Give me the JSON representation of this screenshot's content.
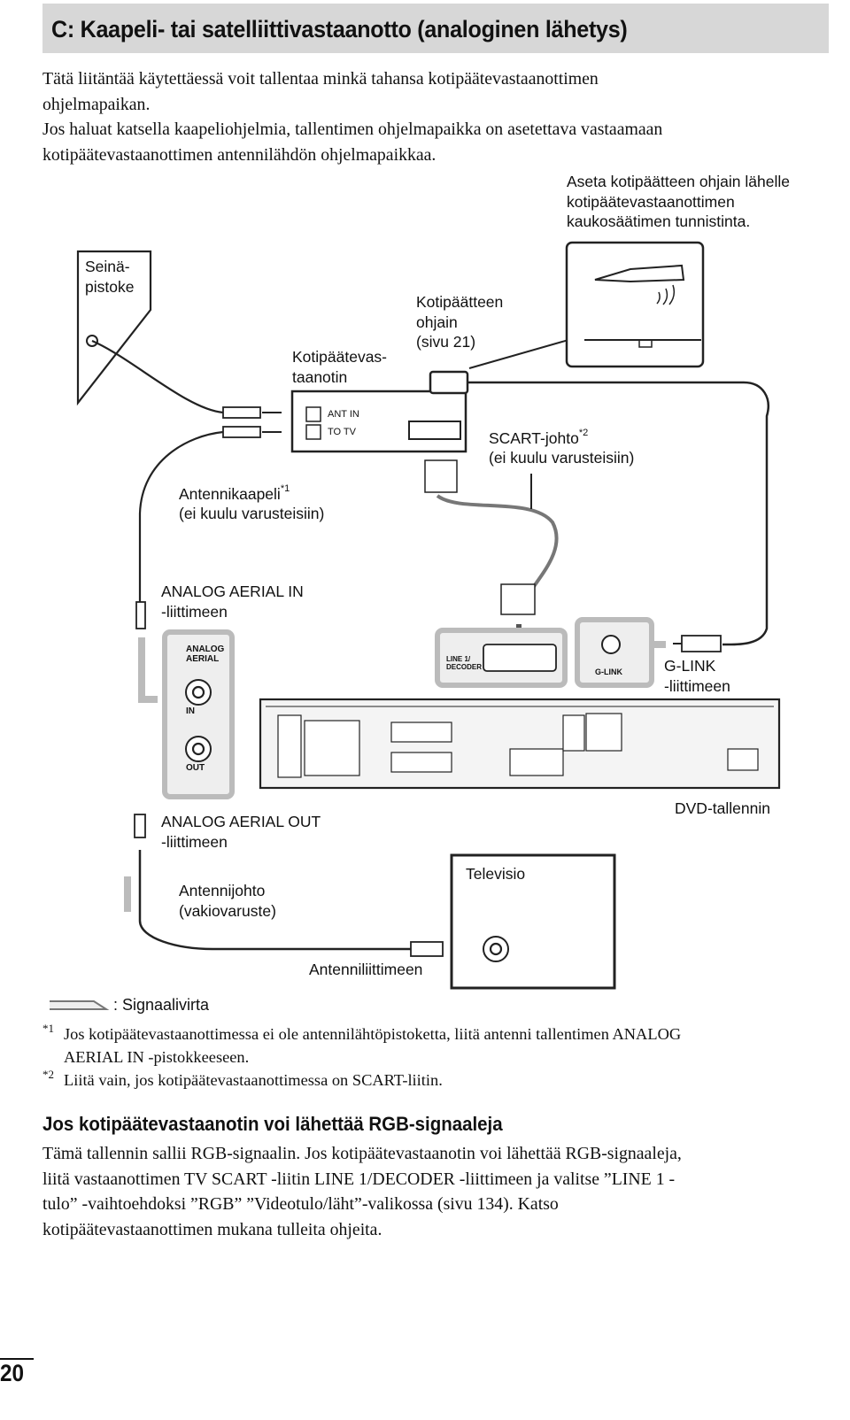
{
  "section_title": "C: Kaapeli- tai satelliittivastaanotto (analoginen lähetys)",
  "intro_lines": [
    "Tätä liitäntää käytettäessä voit tallentaa minkä tahansa kotipäätevastaanottimen",
    "ohjelmapaikan.",
    "Jos haluat katsella kaapeliohjelmia, tallentimen ohjelmapaikka on asetettava vastaamaan",
    "kotipäätevastaanottimen antennilähdön ohjelmapaikkaa."
  ],
  "diagram": {
    "remote_note": [
      "Aseta kotipäätteen ohjain lähelle",
      "kotipäätevastaanottimen",
      "kaukosäätimen tunnistinta."
    ],
    "wall_outlet": [
      "Seinä-",
      "pistoke"
    ],
    "set_top_box": [
      "Kotipäätevas-",
      "taanotin"
    ],
    "controller": [
      "Kotipäätteen",
      "ohjain",
      "(sivu 21)"
    ],
    "ant_in": "ANT IN",
    "to_tv": "TO TV",
    "scart_cable": "SCART-johto",
    "scart_cable_note": "(ei kuulu varusteisiin)",
    "scart_sup": "*2",
    "antenna_cable": "Antennikaapeli",
    "antenna_cable_sup": "*1",
    "antenna_cable_note": "(ei kuulu varusteisiin)",
    "analog_aerial_in": [
      "ANALOG AERIAL IN",
      "-liittimeen"
    ],
    "panel_analog": "ANALOG",
    "panel_aerial": "AERIAL",
    "panel_in": "IN",
    "panel_out": "OUT",
    "panel_line1": "LINE 1/",
    "panel_decoder": "DECODER",
    "panel_glink": "G-LINK",
    "glink": [
      "G-LINK",
      "-liittimeen"
    ],
    "analog_aerial_out": [
      "ANALOG AERIAL OUT",
      "-liittimeen"
    ],
    "dvd_recorder": "DVD-tallennin",
    "television": "Televisio",
    "antenna_lead": [
      "Antennijohto",
      "(vakiovaruste)"
    ],
    "antenna_jack": "Antenniliittimeen",
    "legend_signal": ": Signaalivirta"
  },
  "footnotes": [
    {
      "mark": "*1",
      "lines": [
        "Jos kotipäätevastaanottimessa ei ole antennilähtöpistoketta, liitä antenni tallentimen ANALOG",
        "AERIAL IN -pistokkeeseen."
      ]
    },
    {
      "mark": "*2",
      "lines": [
        "Liitä vain, jos kotipäätevastaanottimessa on SCART-liitin."
      ]
    }
  ],
  "subheading": "Jos kotipäätevastaanotin voi lähettää RGB-signaaleja",
  "rgb_lines": [
    "Tämä tallennin sallii RGB-signaalin. Jos kotipäätevastaanotin voi lähettää RGB-signaaleja,",
    "liitä vastaanottimen TV SCART -liitin LINE 1/DECODER -liittimeen ja valitse ”LINE 1 -",
    "tulo” -vaihtoehdoksi ”RGB” ”Videotulo/läht”-valikossa (sivu 134). Katso",
    "kotipäätevastaanottimen mukana tulleita ohjeita."
  ],
  "page_number": "20"
}
